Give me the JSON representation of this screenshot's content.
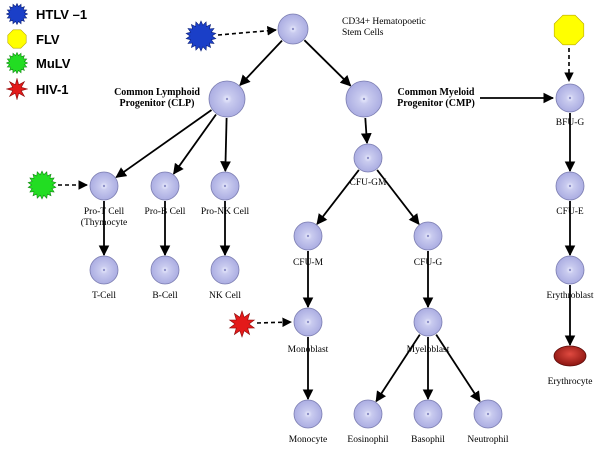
{
  "legend": [
    {
      "label": "HTLV –1",
      "color": "#1a3fc8",
      "shape": "starburst-icon"
    },
    {
      "label": "FLV",
      "color": "#ffff00",
      "shape": "octagon-icon"
    },
    {
      "label": "MuLV",
      "color": "#22dd22",
      "shape": "starburst-icon"
    },
    {
      "label": "HIV-1",
      "color": "#e31a1a",
      "shape": "star-icon"
    }
  ],
  "nodes": {
    "hsc": {
      "label": [
        "CD34+ Hematopoetic",
        "Stem Cells"
      ]
    },
    "clp": {
      "label": [
        "Common Lymphoid",
        "Progenitor (CLP)"
      ]
    },
    "cmp": {
      "label": [
        "Common Myeloid",
        "Progenitor (CMP)"
      ]
    },
    "prot": {
      "label": [
        "Pro-T Cell",
        "(Thymocyte"
      ]
    },
    "prob": {
      "label": [
        "Pro-B Cell"
      ]
    },
    "pronk": {
      "label": [
        "Pro-NK Cell"
      ]
    },
    "tcell": {
      "label": [
        "T-Cell"
      ]
    },
    "bcell": {
      "label": [
        "B-Cell"
      ]
    },
    "nkcell": {
      "label": [
        "NK Cell"
      ]
    },
    "cfugm": {
      "label": [
        "CFU-GM"
      ]
    },
    "cfum": {
      "label": [
        "CFU-M"
      ]
    },
    "cfug": {
      "label": [
        "CFU-G"
      ]
    },
    "monoblast": {
      "label": [
        "Monoblast"
      ]
    },
    "myeloblast": {
      "label": [
        "Myeloblast"
      ]
    },
    "monocyte": {
      "label": [
        "Monocyte"
      ]
    },
    "eosinophil": {
      "label": [
        "Eosinophil"
      ]
    },
    "basophil": {
      "label": [
        "Basophil"
      ]
    },
    "neutrophil": {
      "label": [
        "Neutrophil"
      ]
    },
    "bfug": {
      "label": [
        "BFU-G"
      ]
    },
    "cfue": {
      "label": [
        "CFU-E"
      ]
    },
    "erythroblast": {
      "label": [
        "Erythroblast"
      ]
    },
    "erythrocyte": {
      "label": [
        "Erythrocyte"
      ]
    }
  },
  "colors": {
    "cell_fill": "#a7a9e0",
    "cell_center": "#eef0ff",
    "cell_stroke": "#7a7cb0",
    "erythrocyte_fill": "#b0201e",
    "arrow": "#000000"
  }
}
